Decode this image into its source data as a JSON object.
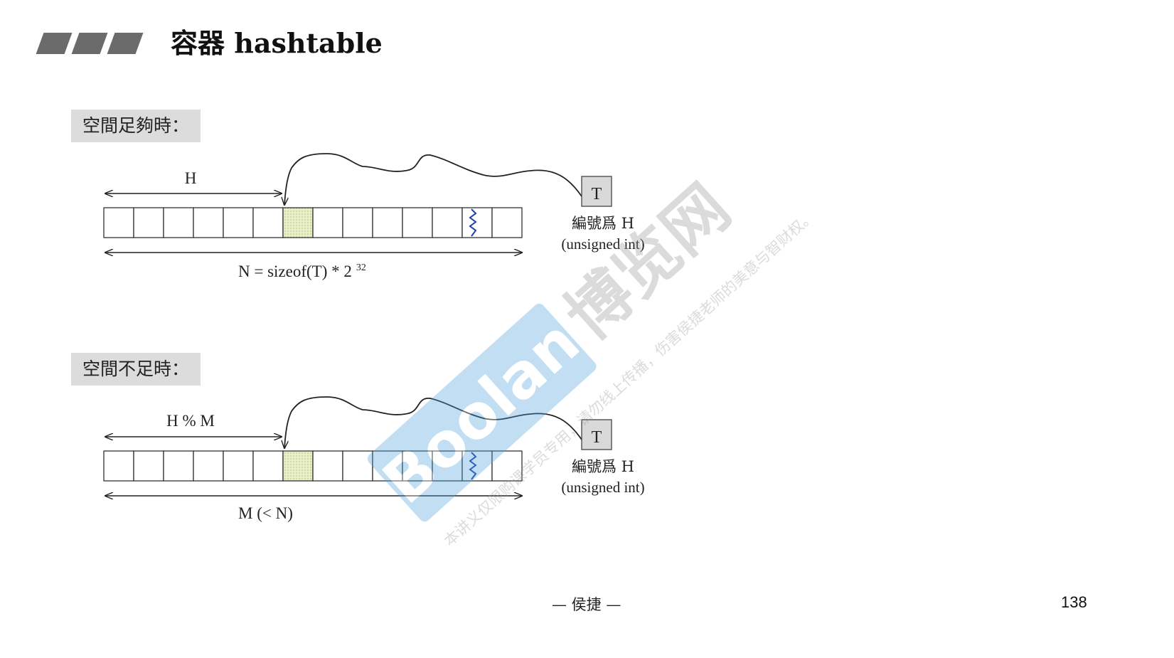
{
  "slide": {
    "title": "容器 hashtable",
    "footer": "— 侯捷 —",
    "page_number": "138"
  },
  "sections": [
    {
      "label": "空間足夠時：",
      "offset_label": "H",
      "length_label_main": "N = sizeof(T) * 2",
      "length_label_sup": "32",
      "element_label": "T",
      "element_caption_line1": "編號爲 H",
      "element_caption_line2": "(unsigned int)",
      "total_slots": 14,
      "highlighted_slot": 6,
      "break_slot": 12
    },
    {
      "label": "空間不足時：",
      "offset_label": "H % M",
      "length_label_main": "M (< N)",
      "length_label_sup": "",
      "element_label": "T",
      "element_caption_line1": "編號爲 H",
      "element_caption_line2": "(unsigned int)",
      "total_slots": 14,
      "highlighted_slot": 6,
      "break_slot": 12
    }
  ],
  "watermark": {
    "brand": "Boolan",
    "brand_cn": "博览网",
    "notice": "本讲义仅限购课学员专用，请勿线上传播，伤害侯捷老师的美意与智财权。"
  },
  "colors": {
    "stripe": "#6b6b6b",
    "label_bg": "#dcdcdc",
    "highlight_slot": "#e9efc6",
    "element_box": "#d9d9d9",
    "break_line": "#1f3fa8",
    "watermark_blue": "#4fa3dc"
  }
}
